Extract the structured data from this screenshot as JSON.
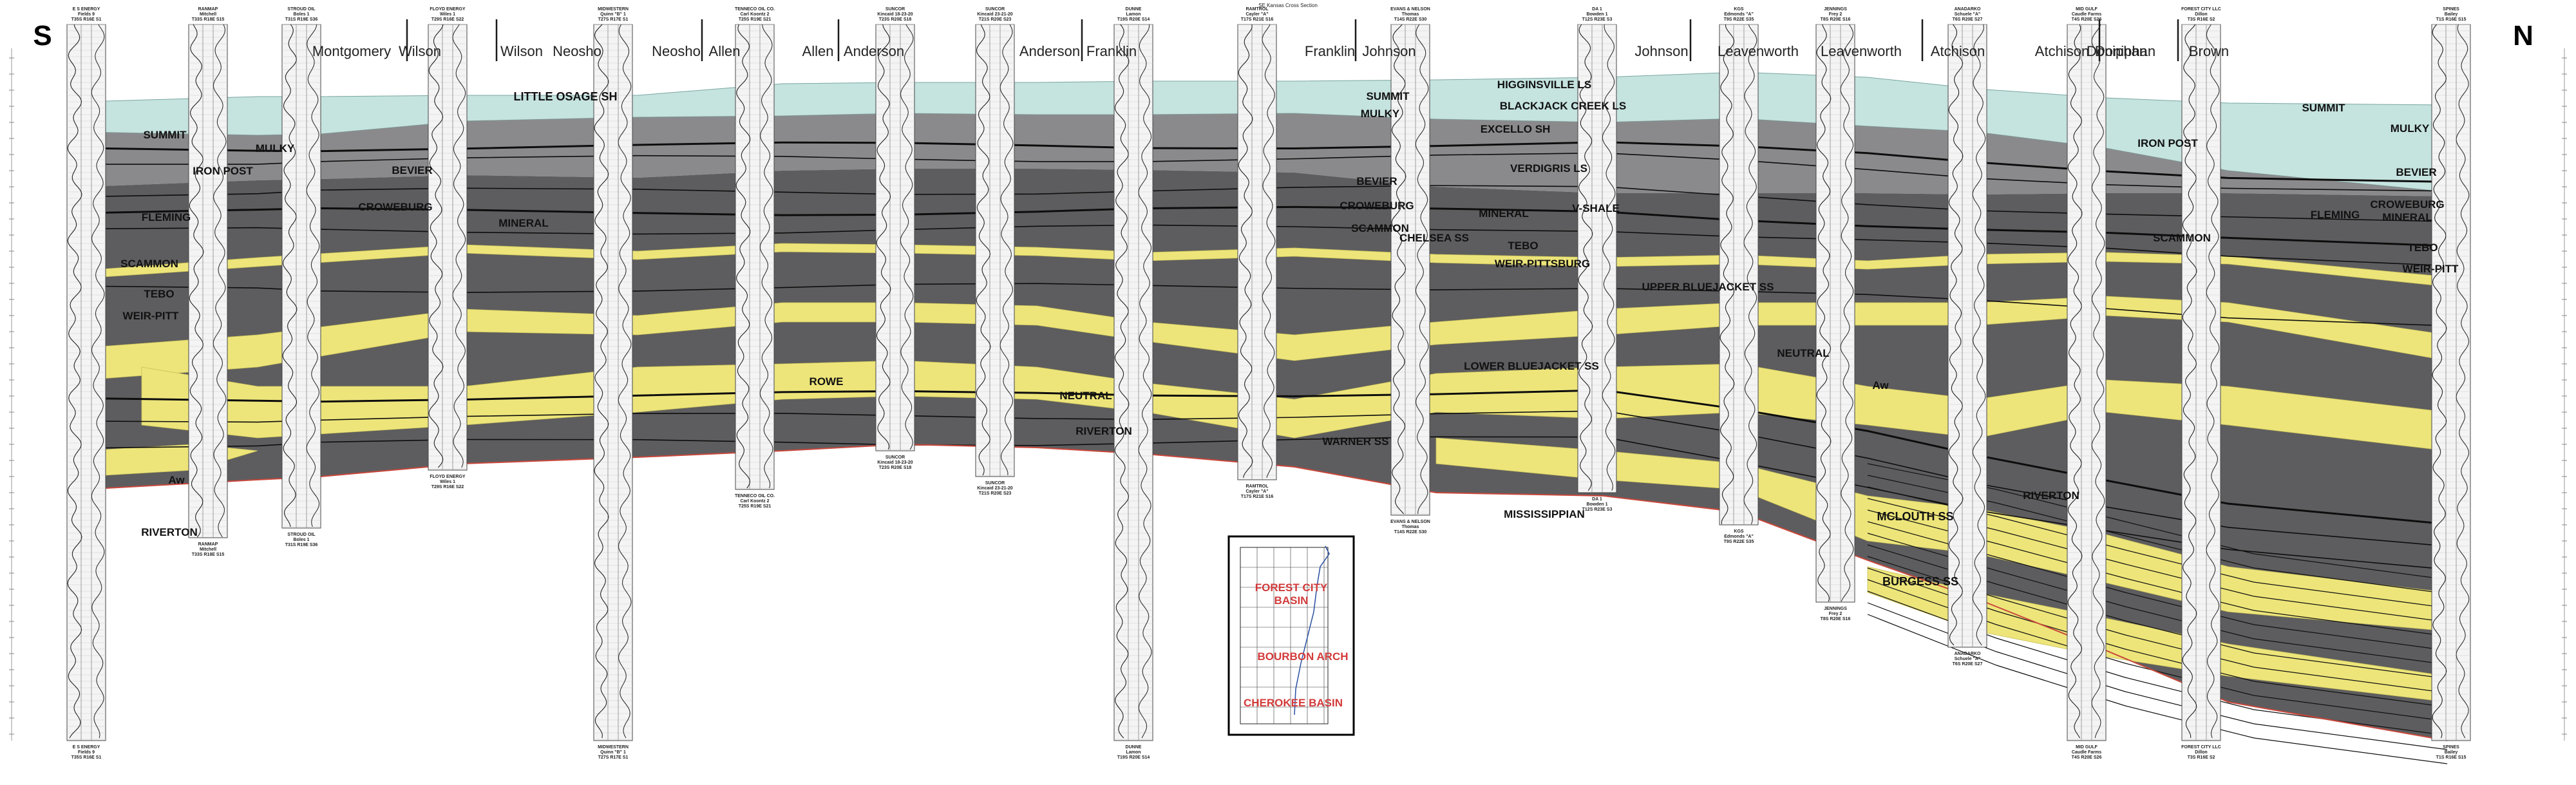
{
  "title": "SE Kansas Cross Section",
  "direction": {
    "left": "S",
    "right": "N"
  },
  "colors": {
    "limestone": "#c5e3df",
    "shale": "#5d5d5f",
    "coal": "#0d0d0d",
    "sandstone": "#ede57a",
    "gray_shale": "#8a8a8c",
    "county_line": "#1a1a1a",
    "basin_text": "#d33a3a",
    "boundary_line": "#c9473b"
  },
  "wells": [
    {
      "operator": "E S ENERGY",
      "lease": "Fields 9",
      "location": "T35S R16E S1"
    },
    {
      "operator": "RANMAP",
      "lease": "Mitchell",
      "location": "T33S R18E S15"
    },
    {
      "operator": "STROUD OIL",
      "lease": "Boles 1",
      "location": "T31S R19E S36"
    },
    {
      "operator": "FLOYD ENERGY",
      "lease": "Wiles 1",
      "location": "T29S R16E S22"
    },
    {
      "operator": "MIDWESTERN",
      "lease": "Quinn \"B\" 1",
      "location": "T27S R17E S1"
    },
    {
      "operator": "TENNECO OIL CO.",
      "lease": "Carl Koontz 2",
      "location": "T25S R19E S21"
    },
    {
      "operator": "SUNCOR",
      "lease": "Kincaid 18-23-20",
      "location": "T23S R20E S18"
    },
    {
      "operator": "SUNCOR",
      "lease": "Kincaid 23-21-20",
      "location": "T21S R20E S23"
    },
    {
      "operator": "DUNNE",
      "lease": "Lamon",
      "location": "T19S R20E S14"
    },
    {
      "operator": "RAMTROL",
      "lease": "Cayler \"A\"",
      "location": "T17S R21E S16"
    },
    {
      "operator": "EVANS & NELSON",
      "lease": "Thomas",
      "location": "T14S R22E S30"
    },
    {
      "operator": "DA 1",
      "lease": "Bowden 1",
      "location": "T12S R23E S3"
    },
    {
      "operator": "KGS",
      "lease": "Edmonds \"A\"",
      "location": "T9S R22E S35"
    },
    {
      "operator": "JENNINGS",
      "lease": "Frey 2",
      "location": "T8S R20E S16"
    },
    {
      "operator": "ANADARKO",
      "lease": "Schuele \"A\"",
      "location": "T6S R20E S27"
    },
    {
      "operator": "MID GULF",
      "lease": "Caudle Farms",
      "location": "T4S R20E S26"
    },
    {
      "operator": "FOREST CITY LLC",
      "lease": "Dillon",
      "location": "T3S R16E S2"
    },
    {
      "operator": "SPINES",
      "lease": "Bailey",
      "location": "T1S R16E S15"
    }
  ],
  "counties": [
    "Montgomery",
    "Wilson",
    "Wilson",
    "Neosho",
    "Neosho",
    "Allen",
    "Allen",
    "Anderson",
    "Anderson",
    "Franklin",
    "Franklin",
    "Johnson",
    "Johnson",
    "Leavenworth",
    "Leavenworth",
    "Atchison",
    "Atchison",
    "Doniphan",
    "Doniphan",
    "Brown"
  ],
  "units": {
    "little_osage_sh": "LITTLE OSAGE SH",
    "higginsville_ls": "HIGGINSVILLE LS",
    "blackjack_creek_ls": "BLACKJACK CREEK LS",
    "excello_sh": "EXCELLO SH",
    "verdigris_ls": "VERDIGRIS LS",
    "v_shale": "V-SHALE",
    "summit": "SUMMIT",
    "mulky": "MULKY",
    "iron_post": "IRON POST",
    "bevier": "BEVIER",
    "croweburg": "CROWEBURG",
    "fleming": "FLEMING",
    "mineral": "MINERAL",
    "scammon": "SCAMMON",
    "chelsea_ss": "CHELSEA SS",
    "tebo": "TEBO",
    "weir_pitt": "WEIR-PITT",
    "weir_pittsburg": "WEIR-PITTSBURG",
    "upper_bluejacket_ss": "UPPER BLUEJACKET SS",
    "lower_bluejacket_ss": "LOWER BLUEJACKET SS",
    "rowe": "ROWE",
    "neutral": "NEUTRAL",
    "riverton": "RIVERTON",
    "warner_ss": "WARNER SS",
    "aw": "Aw",
    "mississippian": "MISSISSIPPIAN",
    "mclouth_ss": "MCLOUTH SS",
    "burgess_ss": "BURGESS SS",
    "crowburg_mineral": "CROWEBURG MINERAL"
  },
  "inset_map": {
    "labels": [
      "FOREST CITY BASIN",
      "BOURBON ARCH",
      "CHEROKEE BASIN"
    ]
  }
}
